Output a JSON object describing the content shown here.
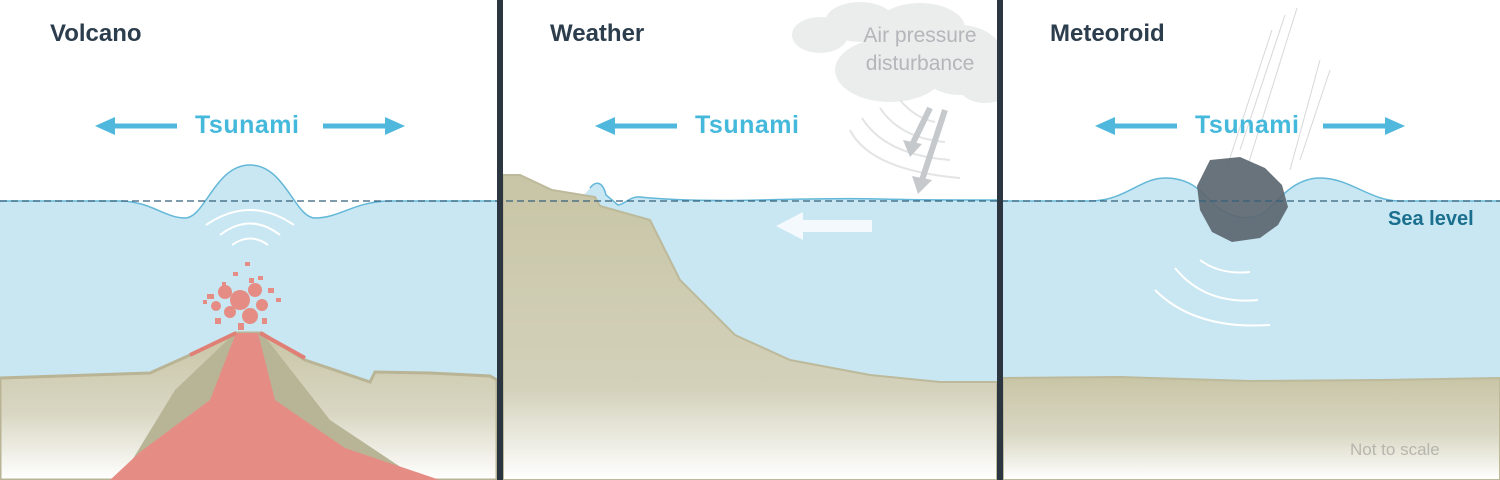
{
  "panels": [
    {
      "id": "volcano",
      "title": "Volcano",
      "wave_label": "Tsunami"
    },
    {
      "id": "weather",
      "title": "Weather",
      "wave_label": "Tsunami",
      "annotation": {
        "line1": "Air pressure",
        "line2": "disturbance"
      }
    },
    {
      "id": "meteoroid",
      "title": "Meteoroid",
      "wave_label": "Tsunami"
    }
  ],
  "sea_level_label": "Sea level",
  "scale_note": "Not to scale",
  "colors": {
    "water": "#c8e7f2",
    "wave_line": "#63b7d8",
    "sea_level_dash": "#35607a",
    "ground": "#c8c5a6",
    "lava": "#e69388",
    "arrow": "#4fb8dc",
    "divider": "#2c3641",
    "rock": "#5c6770",
    "cloud": "#ebecec"
  }
}
